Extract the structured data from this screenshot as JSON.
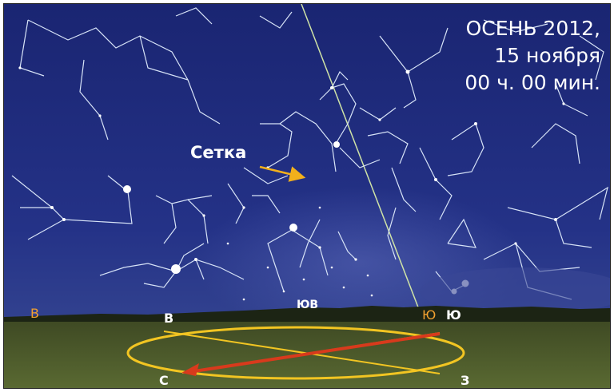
{
  "header": {
    "line1": "ОСЕНЬ 2012,",
    "line2": "15 ноября",
    "line3": "00 ч. 00 мин."
  },
  "annotation": {
    "label": "Сетка"
  },
  "horizon_labels": {
    "east_far": "В",
    "south_east": "ЮВ",
    "south_left": "Ю",
    "south_right": "Ю"
  },
  "compass": {
    "east": "В",
    "north": "С",
    "west": "З"
  },
  "colors": {
    "sky_top": "#1c2876",
    "sky_bottom": "#2e3d8e",
    "ground": "#4d5a2c",
    "ellipse": "#f2c522",
    "arrow": "#d83a1c",
    "annotation_arrow": "#f2b01c",
    "constellation_lines": "#d7e3f7",
    "meridian": "#cfe3a6",
    "text": "#ffffff",
    "orange_label": "#f0a030"
  }
}
